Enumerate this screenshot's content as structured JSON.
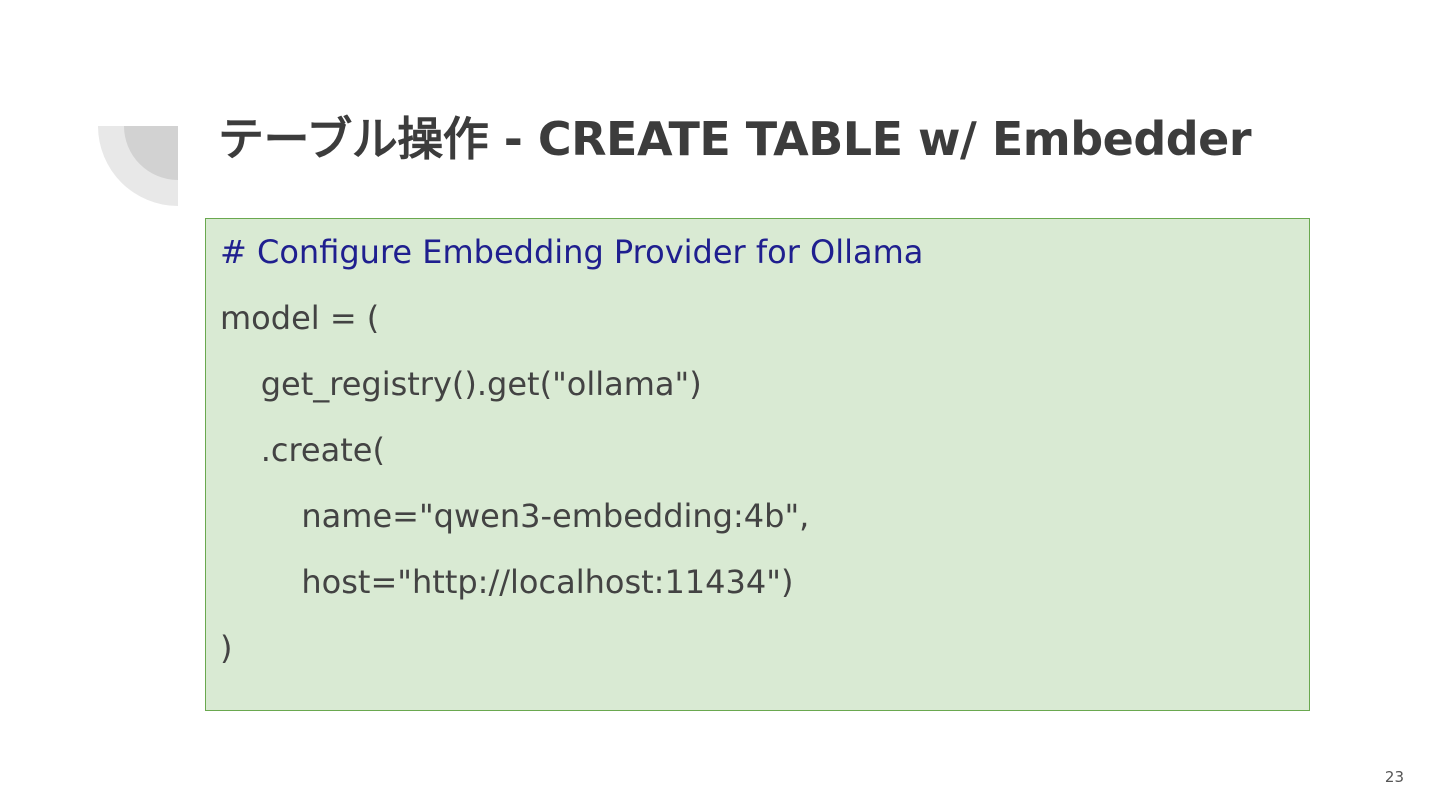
{
  "slide": {
    "title": "テーブル操作  - CREATE TABLE w/ Embedder",
    "page_number": "23"
  },
  "code": {
    "lines": [
      "# Configure Embedding Provider for Ollama",
      "model = (",
      "    get_registry().get(\"ollama\")",
      "    .create(",
      "        name=\"qwen3-embedding:4b\",",
      "        host=\"http://localhost:11434\")",
      ")"
    ]
  },
  "colors": {
    "title": "#3c3c3c",
    "code_background": "#d9ead3",
    "code_border": "#6aa84f",
    "comment": "#1f1f8f",
    "code_text": "#434343",
    "decoration_outer": "#e8e8e8",
    "decoration_inner": "#d2d2d2"
  }
}
